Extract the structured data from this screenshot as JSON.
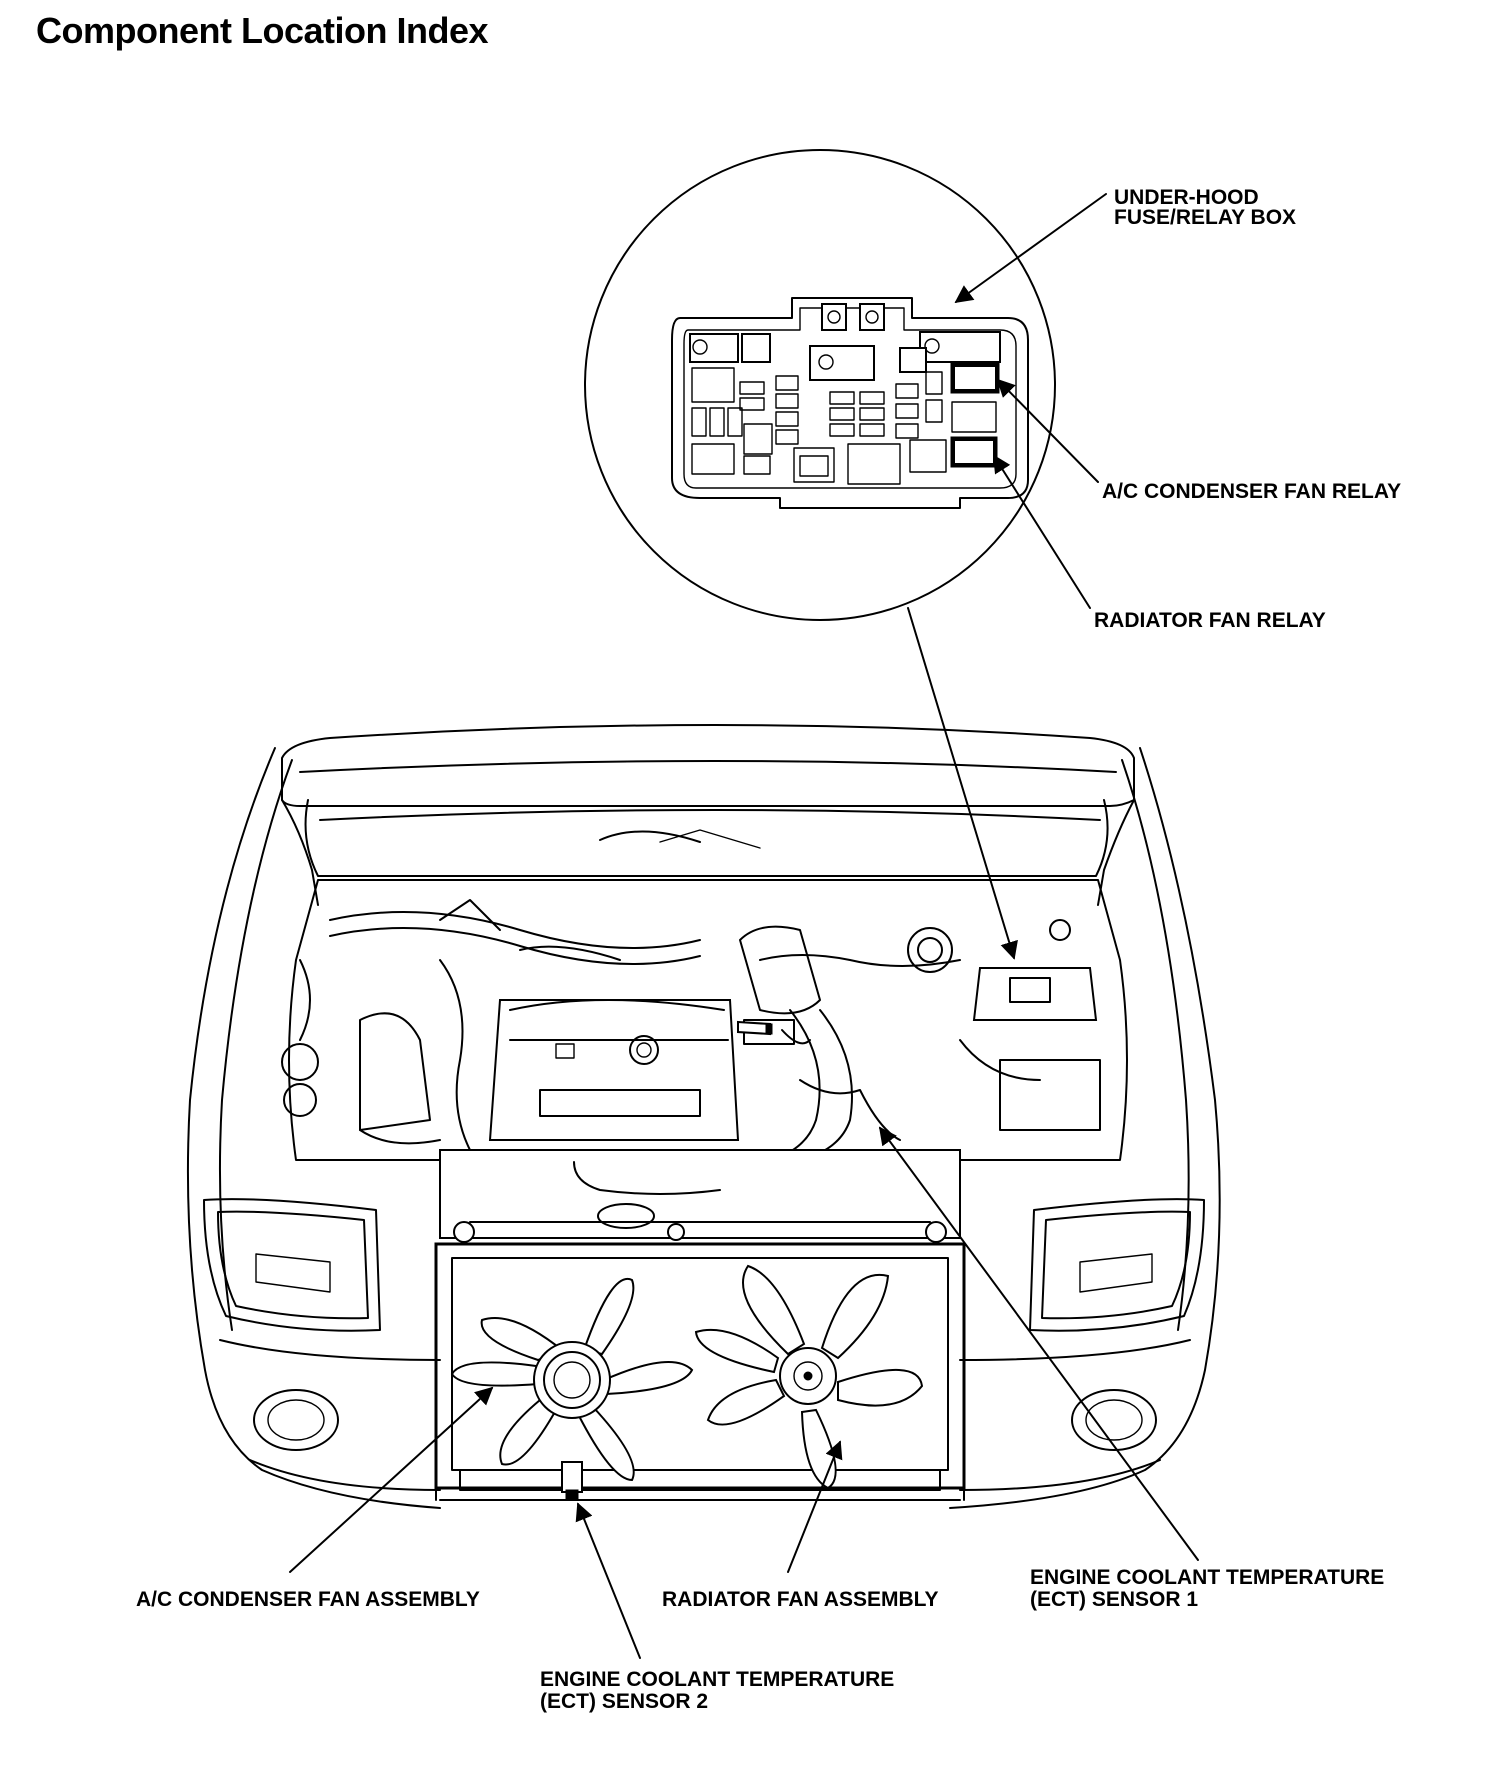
{
  "page": {
    "title": "Component Location Index"
  },
  "callouts": {
    "fuse_box_line1": "UNDER-HOOD",
    "fuse_box_line2": "FUSE/RELAY BOX",
    "ac_condenser_fan_relay": "A/C CONDENSER FAN RELAY",
    "radiator_fan_relay": "RADIATOR FAN RELAY",
    "ac_condenser_fan_assembly": "A/C CONDENSER FAN ASSEMBLY",
    "radiator_fan_assembly": "RADIATOR FAN ASSEMBLY",
    "ect_sensor_1_line1": "ENGINE COOLANT TEMPERATURE",
    "ect_sensor_1_line2": "(ECT) SENSOR 1",
    "ect_sensor_2_line1": "ENGINE COOLANT TEMPERATURE",
    "ect_sensor_2_line2": "(ECT) SENSOR 2"
  }
}
